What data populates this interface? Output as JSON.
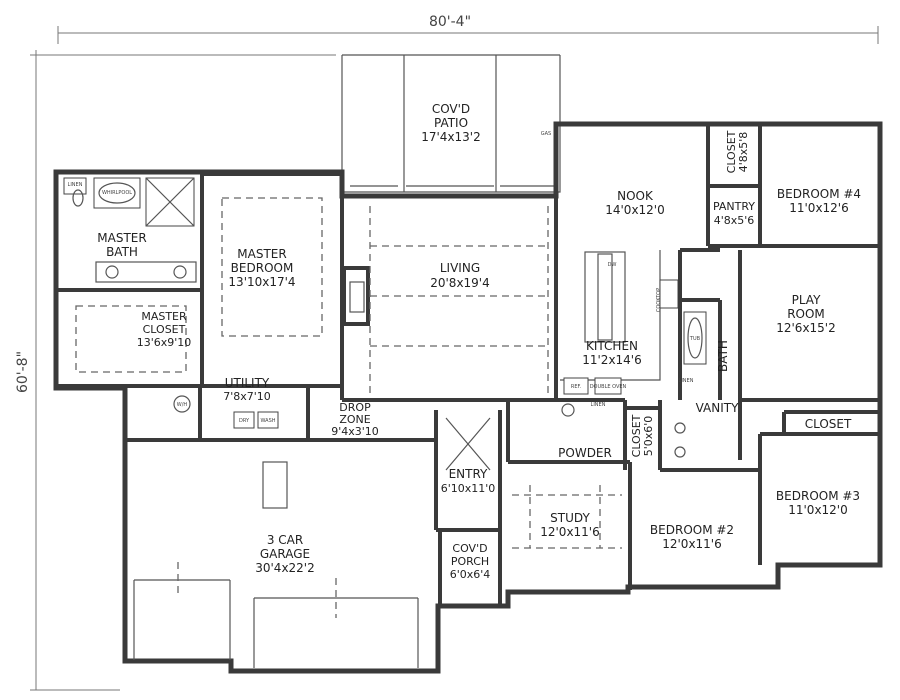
{
  "dimensions": {
    "width": "80'-4\"",
    "depth": "60'-8\""
  },
  "rooms": {
    "patio": {
      "line1": "COV'D",
      "line2": "PATIO",
      "size": "17'4x13'2"
    },
    "gas": "GAS",
    "nook": {
      "name": "NOOK",
      "size": "14'0x12'0"
    },
    "closet_top": {
      "name": "CLOSET",
      "size": "4'8x5'8"
    },
    "pantry": {
      "name": "PANTRY",
      "size": "4'8x5'6"
    },
    "bedroom4": {
      "name": "BEDROOM #4",
      "size": "11'0x12'6"
    },
    "master_bath": {
      "line1": "MASTER",
      "line2": "BATH"
    },
    "master_bedroom": {
      "line1": "MASTER",
      "line2": "BEDROOM",
      "size": "13'10x17'4"
    },
    "living": {
      "name": "LIVING",
      "size": "20'8x19'4"
    },
    "playroom": {
      "line1": "PLAY",
      "line2": "ROOM",
      "size": "12'6x15'2"
    },
    "master_closet": {
      "line1": "MASTER",
      "line2": "CLOSET",
      "size": "13'6x9'10"
    },
    "kitchen": {
      "name": "KITCHEN",
      "size": "11'2x14'6"
    },
    "bath": "BATH",
    "utility": {
      "name": "UTILITY",
      "size": "7'8x7'10"
    },
    "drop_zone": {
      "line1": "DROP",
      "line2": "ZONE",
      "size": "9'4x3'10"
    },
    "vanity": "VANITY",
    "closet_bed3": "CLOSET",
    "powder": "POWDER",
    "closet_mid": {
      "name": "CLOSET",
      "size": "5'0x6'0"
    },
    "entry": {
      "name": "ENTRY",
      "size": "6'10x11'0"
    },
    "bedroom3": {
      "name": "BEDROOM #3",
      "size": "11'0x12'0"
    },
    "garage": {
      "line1": "3 CAR",
      "line2": "GARAGE",
      "size": "30'4x22'2"
    },
    "study": {
      "name": "STUDY",
      "size": "12'0x11'6"
    },
    "bedroom2": {
      "name": "BEDROOM #2",
      "size": "12'0x11'6"
    },
    "porch": {
      "line1": "COV'D",
      "line2": "PORCH",
      "size": "6'0x6'4"
    }
  },
  "fixtures": {
    "linen": "LINEN",
    "whirlpool": "WHIRLPOOL",
    "wh": "W/H",
    "dryer": "DRY",
    "washer": "WASH",
    "dw": "DW",
    "cooktop": "COOKTOP",
    "ref": "REF.",
    "double_oven": "DOUBLE OVEN",
    "linen2": "LINEN",
    "linen3": "LINEN",
    "tub": "TUB"
  }
}
